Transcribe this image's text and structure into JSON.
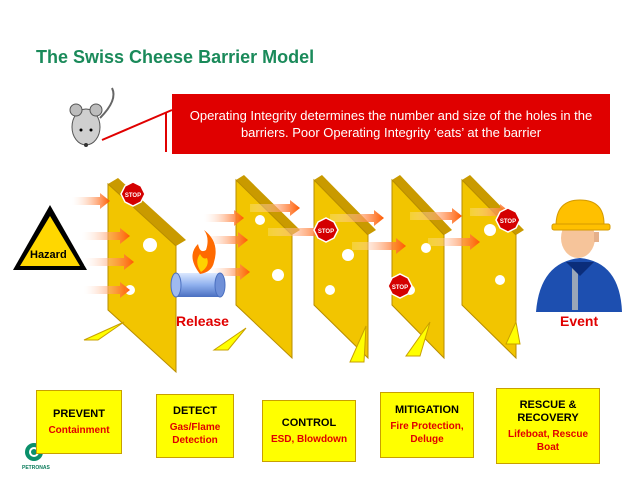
{
  "title": "The Swiss Cheese Barrier Model",
  "note": "Operating Integrity determines the number and size of the holes in the barriers.  Poor Operating Integrity ‘eats’ at the barrier",
  "hazard_label": "Hazard",
  "release_label": "Release",
  "event_label": "Event",
  "stop_sign_text": "STOP",
  "logo_text": "PETRONAS",
  "callouts": [
    {
      "heading": "PREVENT",
      "sub": "Containment"
    },
    {
      "heading": "DETECT",
      "sub": "Gas/Flame Detection"
    },
    {
      "heading": "CONTROL",
      "sub": "ESD, Blowdown"
    },
    {
      "heading": "MITIGATION",
      "sub": "Fire Protection, Deluge"
    },
    {
      "heading": "RESCUE & RECOVERY",
      "sub": "Lifeboat, Rescue Boat"
    }
  ],
  "colors": {
    "title": "#1a8a5a",
    "note_bg": "#e00000",
    "barrier": "#f2c500",
    "barrier_side": "#c99a00",
    "arrow": "#ff6a00",
    "callout_bg": "#ffff00",
    "accent_red": "#e00000"
  },
  "icons": [
    "mouse-icon",
    "hazard-sign-icon",
    "stop-sign-icon",
    "flame-icon",
    "pipe-icon",
    "worker-icon",
    "logo-icon"
  ]
}
